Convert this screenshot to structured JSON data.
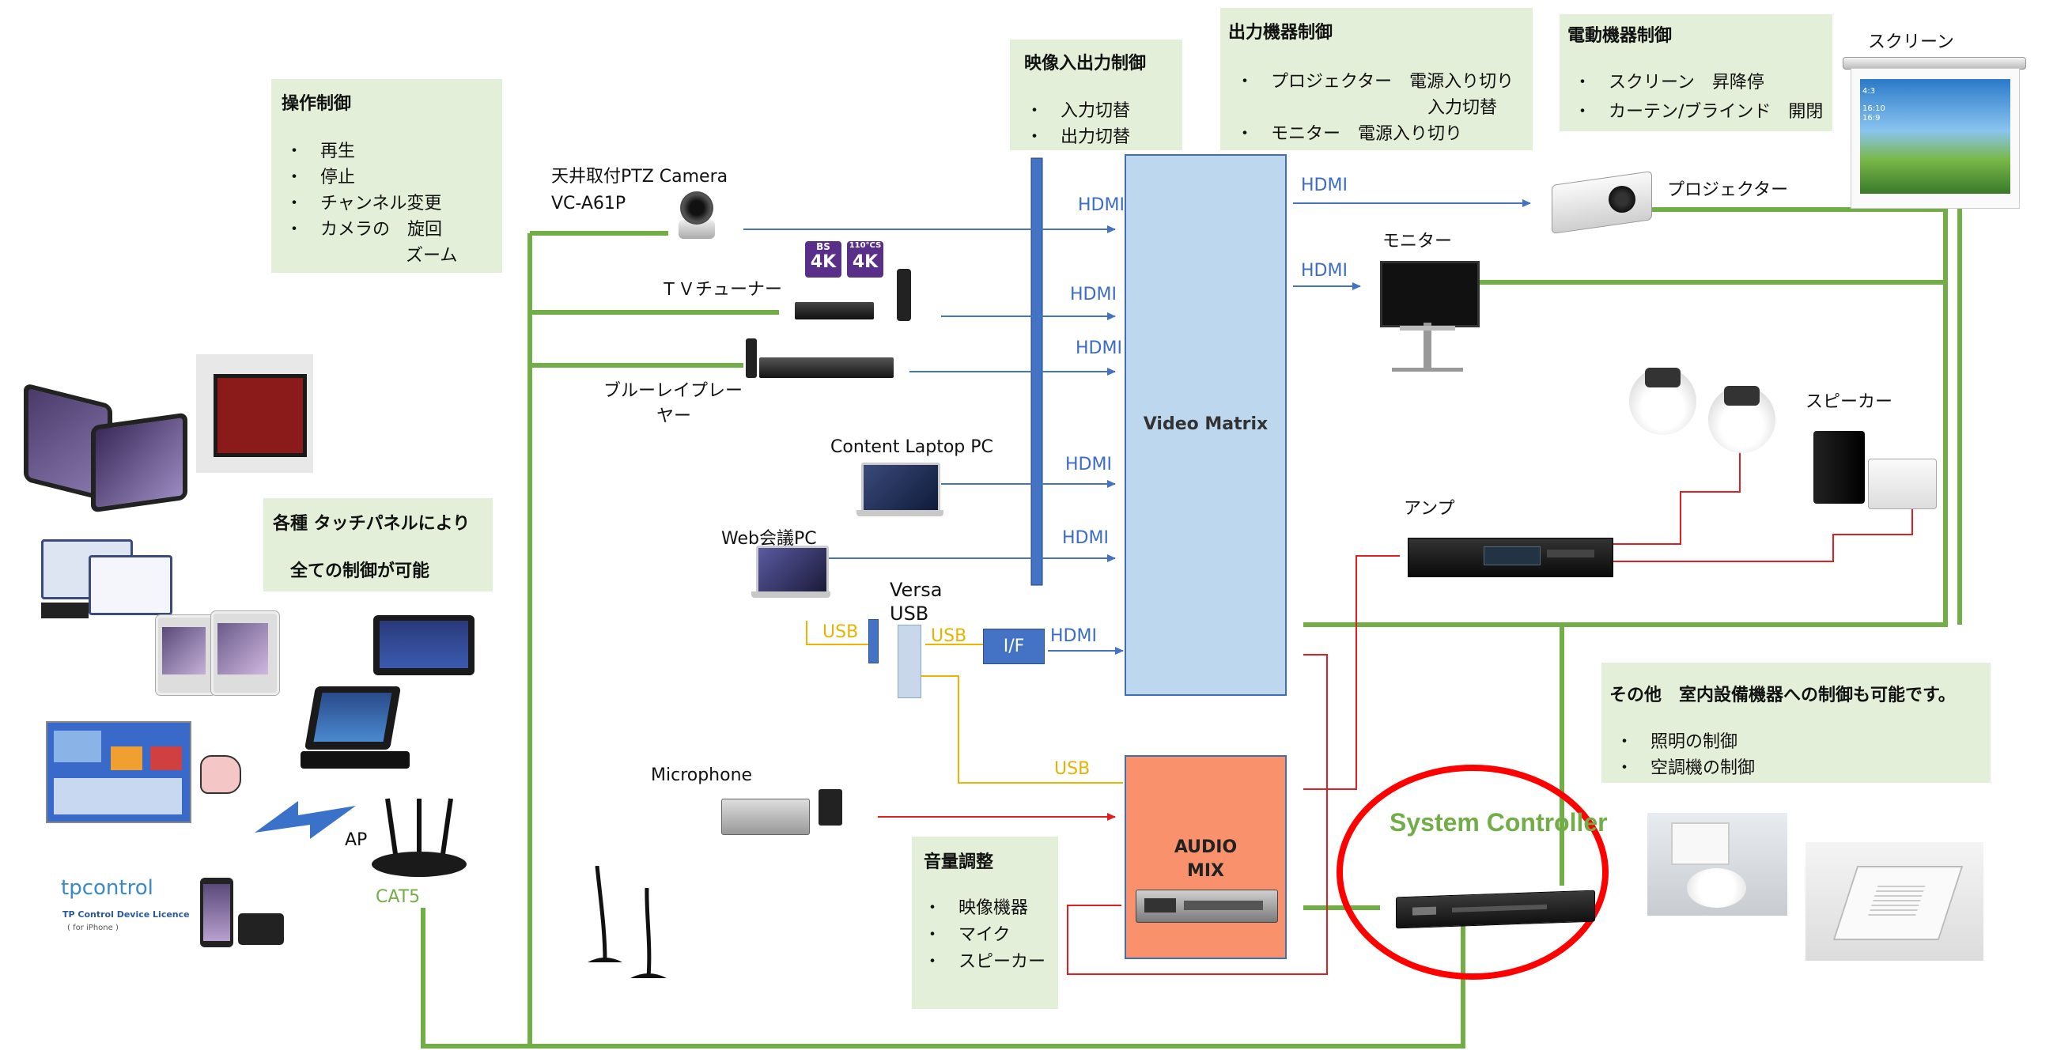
{
  "panels": {
    "operation": {
      "title": "操作制御",
      "items": [
        "・　再生",
        "・　停止",
        "・　チャンネル変更",
        "・　カメラの　旋回",
        "ズーム"
      ]
    },
    "video_io": {
      "title": "映像入出力制御",
      "items": [
        "・　入力切替",
        "・　出力切替"
      ]
    },
    "output": {
      "title": "出力機器制御",
      "items": [
        "・　プロジェクター　電源入り切り",
        "入力切替",
        "・　モニター　電源入り切り"
      ]
    },
    "motor": {
      "title": "電動機器制御",
      "items": [
        "・　スクリーン　昇降停",
        "・　カーテン/ブラインド　開閉"
      ]
    },
    "touch": {
      "title": "各種 タッチパネルにより",
      "subtitle": "全ての制御が可能"
    },
    "other": {
      "title": "その他　室内設備機器への制御も可能です。",
      "items": [
        "・　照明の制御",
        "・　空調機の制御"
      ]
    },
    "volume": {
      "title": "音量調整",
      "items": [
        "・　映像機器",
        "・　マイク",
        "・　スピーカー"
      ]
    }
  },
  "devices": {
    "camera": {
      "label_line1": "天井取付PTZ Camera",
      "label_line2": "VC-A61P"
    },
    "tuner": {
      "label": "ＴＶチューナー"
    },
    "bluray": {
      "label_line1": "ブルーレイプレー",
      "label_line2": "ヤー"
    },
    "laptop": {
      "label": "Content Laptop PC"
    },
    "webpc": {
      "label": "Web会議PC"
    },
    "versa": {
      "label_line1": "Versa",
      "label_line2": "USB"
    },
    "microphone": {
      "label": "Microphone"
    },
    "ap": {
      "label": "AP"
    },
    "cat5": {
      "label": "CAT5"
    },
    "projector": {
      "label": "プロジェクター"
    },
    "monitor": {
      "label": "モニター"
    },
    "screen": {
      "label": "スクリーン",
      "ratios": [
        "4:3",
        "16:10",
        "16:9"
      ]
    },
    "speaker": {
      "label": "スピーカー"
    },
    "amp": {
      "label": "アンプ"
    },
    "tpcontrol": {
      "brand": "tpcontrol",
      "line1": "TP Control Device Licence",
      "line2": "( for iPhone )"
    },
    "badges": {
      "bs": "BS",
      "cs": "110°CS",
      "k4": "4K"
    }
  },
  "boxes": {
    "matrix": {
      "label": "Video Matrix"
    },
    "audio": {
      "label_line1": "AUDIO",
      "label_line2": "MIX"
    },
    "if": {
      "label": "I/F"
    },
    "controller": {
      "label": "System Controller"
    }
  },
  "connections": {
    "hdmi": "HDMI",
    "usb": "USB"
  },
  "colors": {
    "green": "#72ad47",
    "blue": "#4472c4",
    "red": "#e02020",
    "yellow": "#f0b400",
    "panel": "#e3efd9",
    "matrix_fill": "#bdd7ee",
    "audio_fill": "#f8916c"
  }
}
